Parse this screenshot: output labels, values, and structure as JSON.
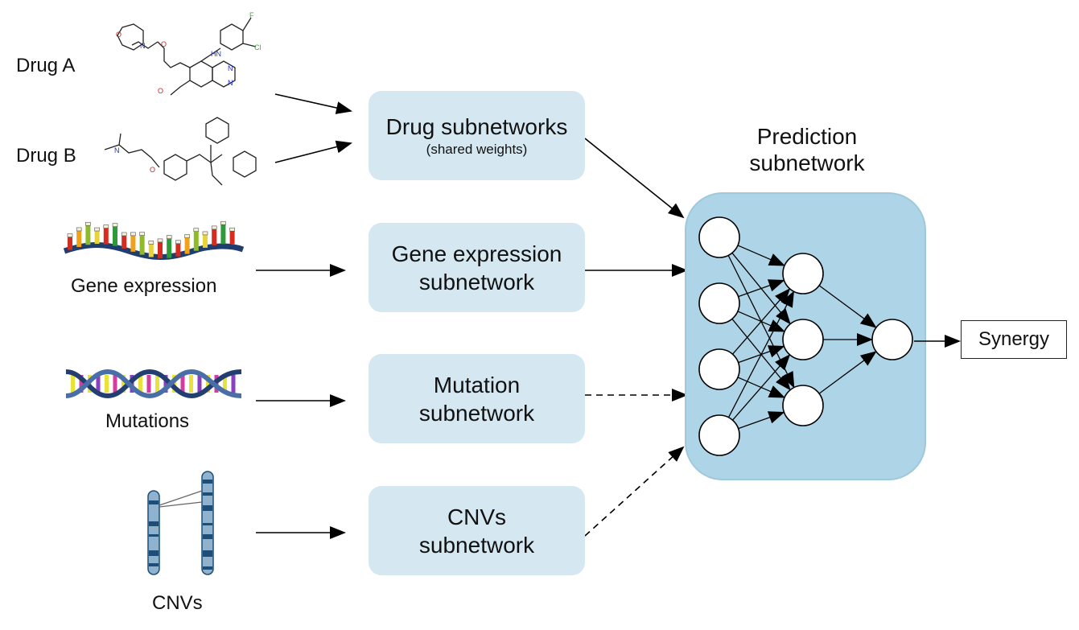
{
  "inputs": {
    "drug_a": "Drug A",
    "drug_b": "Drug B",
    "gene_expression": "Gene expression",
    "mutations": "Mutations",
    "cnvs": "CNVs"
  },
  "subnetworks": {
    "drug": {
      "title": "Drug subnetworks",
      "note": "(shared weights)"
    },
    "gene_expression": {
      "title_line1": "Gene expression",
      "title_line2": "subnetwork"
    },
    "mutation": {
      "title_line1": "Mutation",
      "title_line2": "subnetwork"
    },
    "cnvs": {
      "title_line1": "CNVs",
      "title_line2": "subnetwork"
    }
  },
  "prediction": {
    "title_line1": "Prediction",
    "title_line2": "subnetwork"
  },
  "output": {
    "label": "Synergy"
  },
  "network": {
    "layers": [
      4,
      3,
      1
    ]
  },
  "colors": {
    "box_fill": "#d5e8f2",
    "prediction_fill": "#aed5e7",
    "prediction_border": "#9fc8dc",
    "chromosome_dark": "#1d4e78",
    "chromosome_light": "#8fb2cf"
  }
}
